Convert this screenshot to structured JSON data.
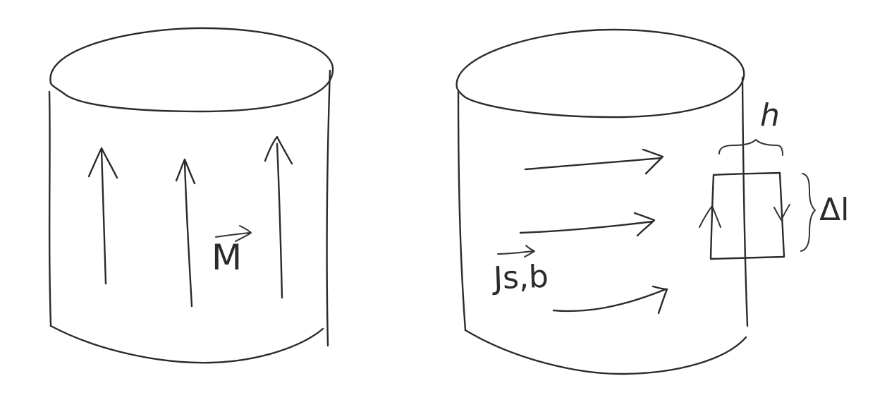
{
  "labels": {
    "magnetization": "M",
    "surface_current": "Js,b",
    "loop_width": "h",
    "loop_height": "Δl"
  },
  "colors": {
    "ink": "#2b2b2b",
    "background": "#ffffff"
  }
}
